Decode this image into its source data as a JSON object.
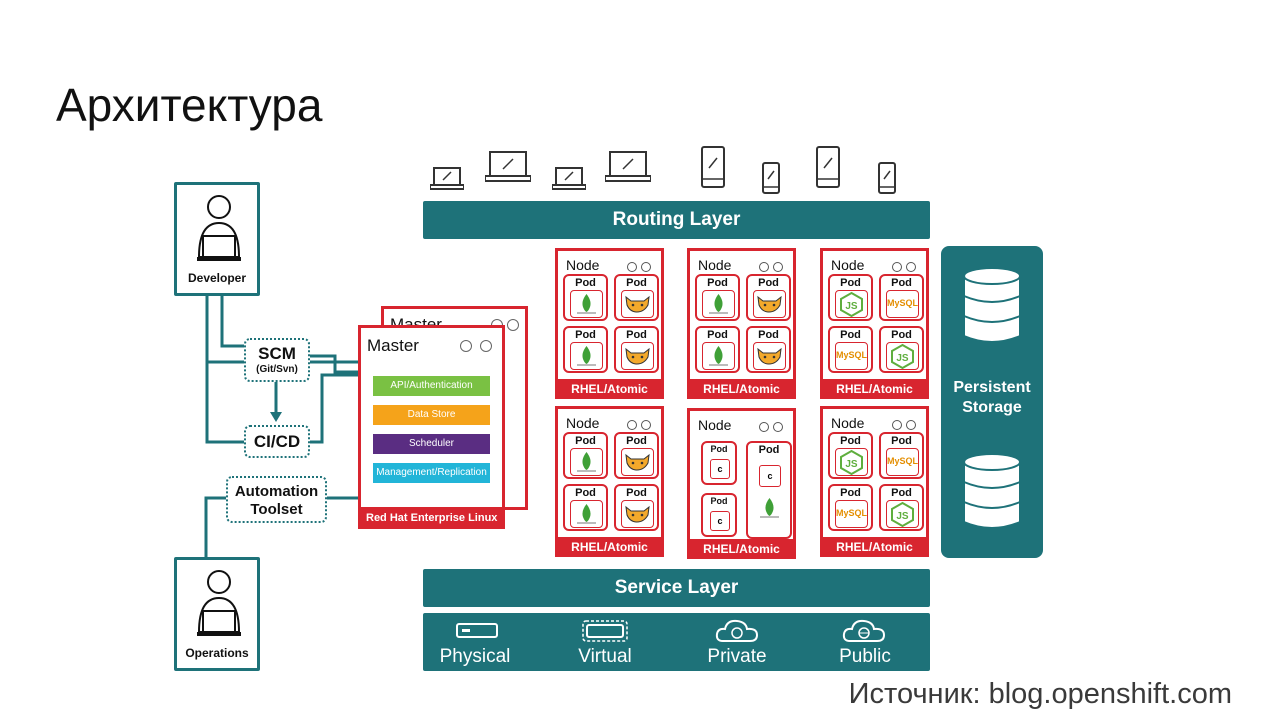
{
  "title": "Архитектура",
  "source": "Источник: blog.openshift.com",
  "diagram": {
    "developer_label": "Developer",
    "operations_label": "Operations",
    "scm_label": "SCM",
    "scm_sub": "(Git/Svn)",
    "cicd_label": "CI/CD",
    "automation_label_1": "Automation",
    "automation_label_2": "Toolset",
    "master_back_title": "Master",
    "master_title": "Master",
    "master_components": [
      "API/Authentication",
      "Data Store",
      "Scheduler",
      "Management/Replication"
    ],
    "master_os": "Red Hat Enterprise Linux",
    "routing_layer": "Routing Layer",
    "service_layer": "Service Layer",
    "node_label": "Node",
    "pod_label": "Pod",
    "node_os": "RHEL/Atomic",
    "mysql_text": "MySQL",
    "container_letter": "c",
    "persistent_storage_1": "Persistent",
    "persistent_storage_2": "Storage",
    "infrastructure": [
      "Physical",
      "Virtual",
      "Private",
      "Public"
    ]
  },
  "colors": {
    "teal": "#1e7279",
    "red": "#d8252f",
    "api_bar": "#7ac143",
    "datastore_bar": "#f5a31a",
    "scheduler_bar": "#5a2d82",
    "management_bar": "#22b5d8"
  }
}
